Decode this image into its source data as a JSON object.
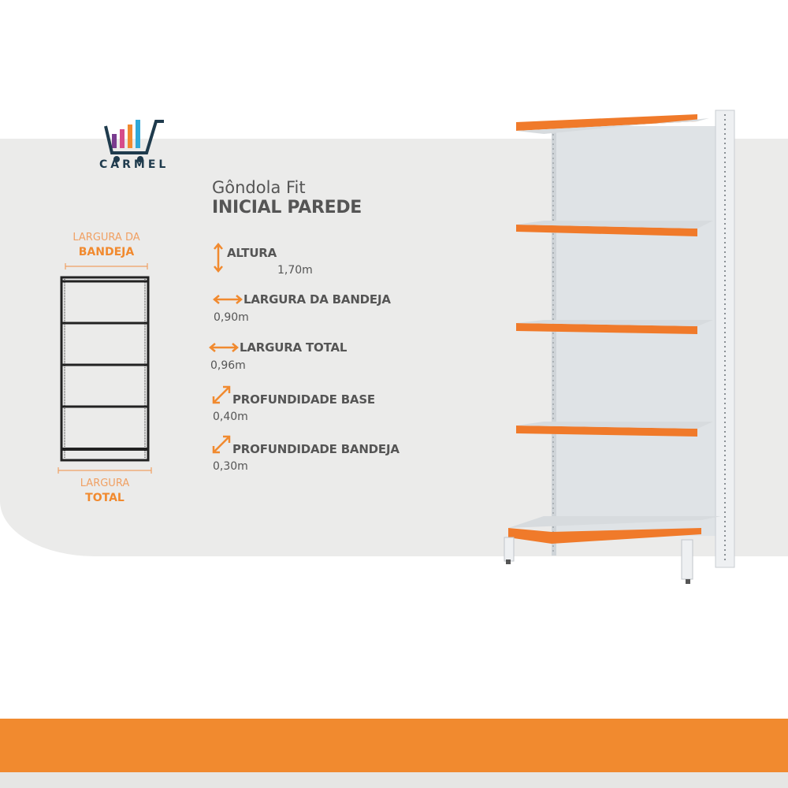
{
  "brand": {
    "name": "CARMEL",
    "colors": [
      "#7a3b8f",
      "#d64b8a",
      "#f18a2f",
      "#2fa8d8",
      "#1f3b4d"
    ]
  },
  "product": {
    "title_line1": "Gôndola Fit",
    "title_line2": "INICIAL PAREDE"
  },
  "specs": [
    {
      "label": "ALTURA",
      "value": "1,70m",
      "icon": "vertical-arrow-icon"
    },
    {
      "label": "LARGURA DA BANDEJA",
      "value": "0,90m",
      "icon": "horizontal-arrow-icon"
    },
    {
      "label": "LARGURA TOTAL",
      "value": "0,96m",
      "icon": "horizontal-arrow-icon"
    },
    {
      "label": "PROFUNDIDADE BASE",
      "value": "0,40m",
      "icon": "diagonal-arrow-icon"
    },
    {
      "label": "PROFUNDIDADE BANDEJA",
      "value": "0,30m",
      "icon": "diagonal-arrow-icon"
    }
  ],
  "diagram": {
    "top_line1": "LARGURA DA",
    "top_line2": "BANDEJA",
    "bottom_line1": "LARGURA",
    "bottom_line2": "TOTAL"
  },
  "colors": {
    "accent": "#f18a2f",
    "text": "#555555",
    "panel": "#ebebea"
  }
}
